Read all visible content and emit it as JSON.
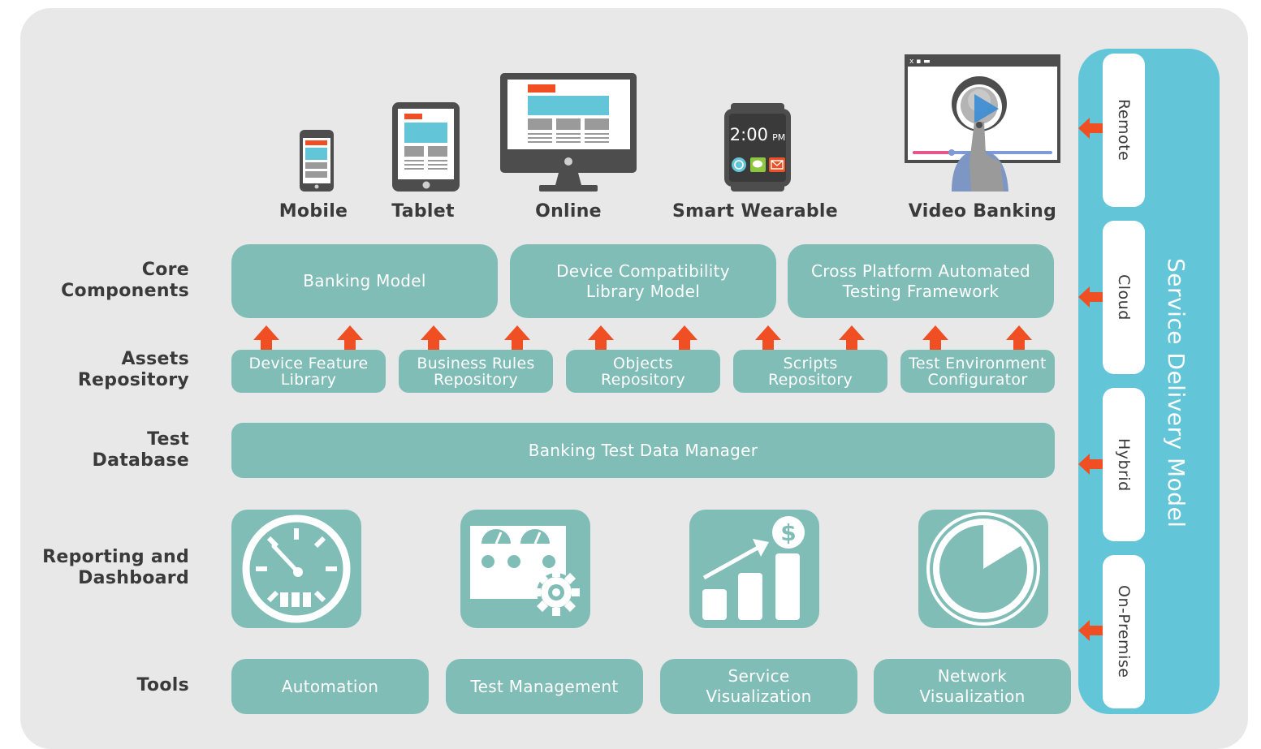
{
  "devices": {
    "mobile": "Mobile",
    "tablet": "Tablet",
    "online": "Online",
    "wearable": "Smart Wearable",
    "wearable_time": "2:00",
    "wearable_ampm": "PM",
    "video": "Video Banking"
  },
  "row_labels": {
    "core": "Core\nComponents",
    "assets": "Assets\nRepository",
    "testdb": "Test\nDatabase",
    "reporting": "Reporting and\nDashboard",
    "tools": "Tools"
  },
  "core": [
    "Banking Model",
    "Device Compatibility\nLibrary Model",
    "Cross Platform Automated\nTesting Framework"
  ],
  "assets": [
    "Device Feature\nLibrary",
    "Business Rules\nRepository",
    "Objects\nRepository",
    "Scripts\nRepository",
    "Test Environment\nConfigurator"
  ],
  "testdb": "Banking Test Data Manager",
  "tools": [
    "Automation",
    "Test Management",
    "Service\nVisualization",
    "Network\nVisualization"
  ],
  "service_delivery": {
    "title": "Service Delivery Model",
    "options": [
      "Remote",
      "Cloud",
      "Hybrid",
      "On-Premise"
    ]
  },
  "colors": {
    "teal": "#80bdb6",
    "cyan": "#63c6d8",
    "arrow": "#f04e23",
    "text": "#3a3a3a",
    "panel": "#e8e8e8"
  },
  "icons": {
    "reporting": [
      "speedometer-icon",
      "control-panel-gear-icon",
      "growth-chart-dollar-icon",
      "pie-timer-icon"
    ]
  }
}
